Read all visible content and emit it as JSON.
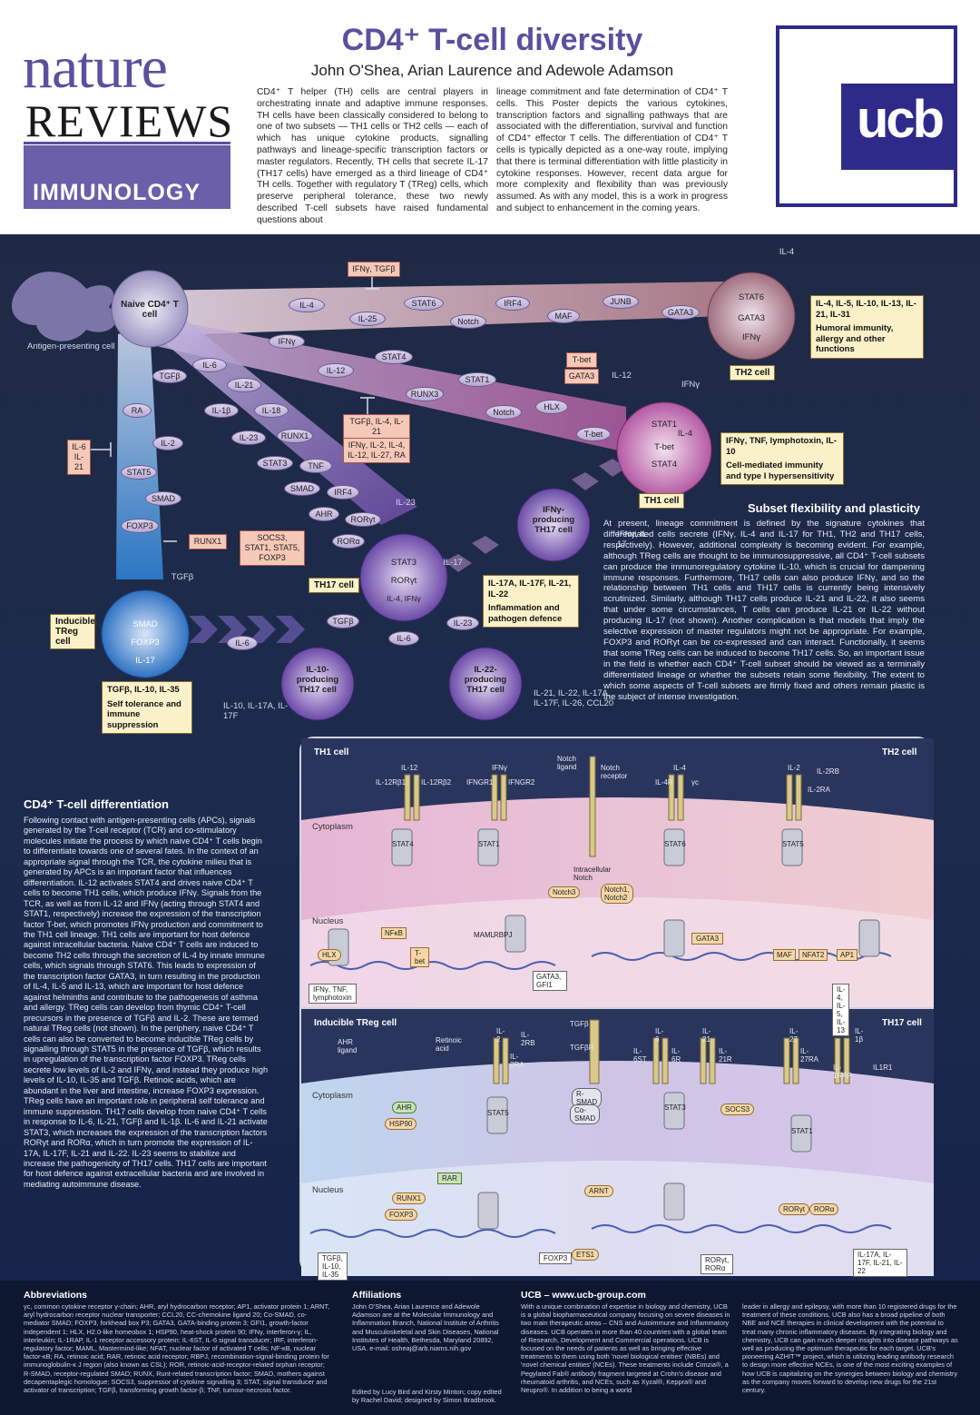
{
  "header": {
    "logo_nature": "nature",
    "logo_reviews": "REVIEWS",
    "logo_immunology": "IMMUNOLOGY",
    "title": "CD4⁺ T-cell diversity",
    "authors": "John O'Shea, Arian Laurence and Adewole Adamson",
    "intro_col1": "CD4⁺ T helper (TH) cells are central players in orchestrating innate and adaptive immune responses. TH cells have been classically considered to belong to one of two subsets — TH1 cells or TH2 cells — each of which has unique cytokine products, signalling pathways and lineage-specific transcription factors or master regulators. Recently, TH cells that secrete IL-17 (TH17 cells) have emerged as a third lineage of CD4⁺ TH cells. Together with regulatory T (TReg) cells, which preserve peripheral tolerance, these two newly described T-cell subsets have raised fundamental questions about",
    "intro_col2": "lineage commitment and fate determination of CD4⁺ T cells. This Poster depicts the various cytokines, transcription factors and signalling pathways that are associated with the differentiation, survival and function of CD4⁺ effector T cells. The differentiation of CD4⁺ T cells is typically depicted as a one-way route, implying that there is terminal differentiation with little plasticity in cytokine responses. However, recent data argue for more complexity and flexibility than was previously assumed. As with any model, this is a work in progress and subject to enhancement in the coming years.",
    "sponsor_logo": "ucb"
  },
  "diagram": {
    "naive_cell": "Naive CD4⁺ T cell",
    "apc_label": "Antigen-presenting cell",
    "th2_top_inhib": "IFNγ, TGFβ",
    "th2_ovals": [
      "IL-4",
      "IL-25",
      "STAT6",
      "Notch",
      "IRF4",
      "MAF",
      "JUNB",
      "GATA3"
    ],
    "th2_cell": "TH2 cell",
    "th2_il4": "IL-4",
    "th2_inner": [
      "STAT6",
      "GATA3",
      "IFNγ"
    ],
    "th2_out": "IL-4, IL-5, IL-10, IL-13, IL-21, IL-31",
    "th2_func": "Humoral immunity, allergy and other functions",
    "tbet_box": "T-bet",
    "gata3_box": "GATA3",
    "th1_ovals": [
      "IFNγ",
      "STAT4",
      "IL-12",
      "RUNX3",
      "STAT1",
      "Notch",
      "HLX",
      "T-bet"
    ],
    "th1_inhib": "TGFβ, IL-4, IL-21",
    "th1_cell": "TH1 cell",
    "th1_receptors": [
      "IL-12",
      "IFNγ"
    ],
    "th1_inner": [
      "STAT1",
      "T-bet",
      "IL-4",
      "STAT4"
    ],
    "th1_out": "IFNγ, TNF, lymphotoxin, IL-10",
    "th1_func": "Cell-mediated immunity and type I hypersensitivity",
    "th17_ovals": [
      "IL-6",
      "IL-21",
      "IL-1β",
      "IL-18",
      "IL-23",
      "RUNX1",
      "STAT3",
      "TNF",
      "SMAD",
      "IRF4",
      "AHR",
      "RORγt",
      "RORα"
    ],
    "th17_inhib1": "IFNγ, IL-2, IL-4, IL-12, IL-27, RA",
    "th17_inhib2": "SOCS3, STAT1, STAT5, FOXP3",
    "th17_cell": "TH17 cell",
    "th17_il23": "IL-23",
    "th17_inner": [
      "STAT3",
      "RORγt",
      "IL-4, IFNγ"
    ],
    "th17_il17": "IL-17",
    "th17_out": "IL-17A, IL-17F, IL-21, IL-22",
    "th17_func": "Inflammation and pathogen defence",
    "th17_round": [
      "TGFβ",
      "IL-6",
      "IL-23"
    ],
    "treg_ovals": [
      "TGFβ",
      "RA",
      "IL-2",
      "STAT5",
      "SMAD",
      "FOXP3"
    ],
    "treg_inhib": "IL-6 IL-21",
    "treg_runx": "RUNX1",
    "treg_tgfb": "TGFβ",
    "treg_cell": "Inducible TReg cell",
    "treg_inner": [
      "SMAD",
      "FOXP3",
      "IL-17"
    ],
    "treg_out": "TGFβ, IL-10, IL-35",
    "treg_func": "Self tolerance and immune suppression",
    "treg_il6": "IL-6",
    "ifng_th17": "IFNγ-producing TH17 cell",
    "ifng_th17_out": "IFNγ, IL-17",
    "il10_th17": "IL-10-producing TH17 cell",
    "il10_th17_out": "IL-10, IL-17A, IL-17F",
    "il22_th17": "IL-22-producing TH17 cell",
    "il22_th17_out": "IL-21, IL-22, IL-17A, IL-17F, IL-26, CCL20"
  },
  "flexibility": {
    "heading": "Subset flexibility and plasticity",
    "body": "At present, lineage commitment is defined by the signature cytokines that differentiated cells secrete (IFNγ, IL-4 and IL-17 for TH1, TH2 and TH17 cells, respectively). However, additional complexity is becoming evident. For example, although TReg cells are thought to be immunosuppressive, all CD4⁺ T-cell subsets can produce the immunoregulatory cytokine IL-10, which is crucial for dampening immune responses. Furthermore, TH17 cells can also produce IFNγ, and so the relationship between TH1 cells and TH17 cells is currently being intensively scrutinized. Similarly, although TH17 cells produce IL-21 and IL-22, it also seems that under some circumstances, T cells can produce IL-21 or IL-22 without producing IL-17 (not shown). Another complication is that models that imply the selective expression of master regulators might not be appropriate. For example, FOXP3 and RORγt can be co-expressed and can interact. Functionally, it seems that some TReg cells can be induced to become TH17 cells. So, an important issue in the field is whether each CD4⁺ T-cell subset should be viewed as a terminally differentiated lineage or whether the subsets retain some flexibility. The extent to which some aspects of T-cell subsets are firmly fixed and others remain plastic is the subject of intense investigation."
  },
  "differentiation": {
    "heading": "CD4⁺ T-cell differentiation",
    "body": "Following contact with antigen-presenting cells (APCs), signals generated by the T-cell receptor (TCR) and co-stimulatory molecules initiate the process by which naive CD4⁺ T cells begin to differentiate towards one of several fates. In the context of an appropriate signal through the TCR, the cytokine milieu that is generated by APCs is an important factor that influences differentiation. IL-12 activates STAT4 and drives naive CD4⁺ T cells to become TH1 cells, which produce IFNγ. Signals from the TCR, as well as from IL-12 and IFNγ (acting through STAT4 and STAT1, respectively) increase the expression of the transcription factor T-bet, which promotes IFNγ production and commitment to the TH1 cell lineage. TH1 cells are important for host defence against intracellular bacteria. Naive CD4⁺ T cells are induced to become TH2 cells through the secretion of IL-4 by innate immune cells, which signals through STAT6. This leads to expression of the transcription factor GATA3, in turn resulting in the production of IL-4, IL-5 and IL-13, which are important for host defence against helminths and contribute to the pathogenesis of asthma and allergy. TReg cells can develop from thymic CD4⁺ T-cell precursors in the presence of TGFβ and IL-2. These are termed natural TReg cells (not shown). In the periphery, naive CD4⁺ T cells can also be converted to become inducible TReg cells by signalling through STAT5 in the presence of TGFβ, which results in upregulation of the transcription factor FOXP3. TReg cells secrete low levels of IL-2 and IFNγ, and instead they produce high levels of IL-10, IL-35 and TGFβ. Retinoic acids, which are abundant in the liver and intestine, increase FOXP3 expression. TReg cells have an important role in peripheral self tolerance and immune suppression. TH17 cells develop from naive CD4⁺ T cells in response to IL-6, IL-21, TGFβ and IL-1β. IL-6 and IL-21 activate STAT3, which increases the expression of the transcription factors RORγt and RORα, which in turn promote the expression of IL-17A, IL-17F, IL-21 and IL-22. IL-23 seems to stabilize and increase the pathogenicity of TH17 cells. TH17 cells are important for host defence against extracellular bacteria and are involved in mediating autoimmune disease."
  },
  "panel": {
    "top_left_title": "TH1 cell",
    "top_right_title": "TH2 cell",
    "bottom_left_title": "Inducible TReg cell",
    "bottom_right_title": "TH17 cell",
    "cytoplasm": "Cytoplasm",
    "nucleus": "Nucleus",
    "top_receptors": [
      "IL-12",
      "IL-12Rβ1",
      "IL-12Rβ2",
      "IFNγ",
      "IFNGR1",
      "IFNGR2",
      "Notch ligand",
      "Notch receptor",
      "IL-4",
      "IL-4R",
      "γc",
      "IL-2",
      "IL-2RB",
      "IL-2RA"
    ],
    "top_nodes": [
      "STAT4",
      "STAT1",
      "STAT6",
      "STAT5",
      "Intracellular Notch",
      "Notch3",
      "Notch1, Notch2",
      "MAML",
      "RBPJ",
      "T-bet",
      "HLX",
      "NFκB",
      "GATA3",
      "MAF",
      "NFAT2",
      "AP1",
      "GATA3, GFI1"
    ],
    "top_outputs": [
      "IFNγ, TNF, lymphotoxin",
      "IL-4, IL-5, IL-13"
    ],
    "bottom_receptors": [
      "AHR ligand",
      "Retinoic acid",
      "IL-2",
      "IL-2RB",
      "IL-2RA",
      "TGFβ",
      "TGFβR",
      "IL-6",
      "IL-6ST",
      "IL-6R",
      "IL-21",
      "IL-21R",
      "IL-27",
      "IL-27RA",
      "IL-1β",
      "IL-1RAP",
      "IL1R1"
    ],
    "bottom_nodes": [
      "AHR",
      "HSP90",
      "STAT5",
      "R-SMAD",
      "Co-SMAD",
      "STAT3",
      "SOCS3",
      "STAT1",
      "RAR",
      "ARNT",
      "RUNX1",
      "FOXP3",
      "RORγt",
      "RORα",
      "ETS1"
    ],
    "bottom_outputs": [
      "TGFβ, IL-10, IL-35",
      "FOXP3",
      "RORγt, RORα",
      "IL-17A, IL-17F, IL-21, IL-22"
    ]
  },
  "footer": {
    "abbr_head": "Abbreviations",
    "abbr_body": "γc, common cytokine receptor γ-chain; AHR, aryl hydrocarbon receptor; AP1, activator protein 1; ARNT, aryl hydrocarbon receptor nuclear transporter; CCL20, CC-chemokine ligand 20; Co-SMAD, co-mediator SMAD; FOXP3, forkhead box P3; GATA3, GATA-binding protein 3; GFI1, growth-factor independent 1; HLX, H2.0-like homeobox 1; HSP90, heat-shock protein 90; IFNγ, interferon-γ; IL, interleukin; IL-1RAP, IL-1 receptor accessory protein; IL-6ST, IL-6 signal transducer; IRF, interferon-regulatory factor; MAML, Mastermind-like; NFAT, nuclear factor of activated T cells; NF-κB, nuclear factor-κB; RA, retinoic acid; RAR, retinoic acid receptor; RBPJ, recombination-signal-binding protein for immunoglobulin-κ J region (also known as CSL); ROR, retinoic-acid-receptor-related orphan receptor; R-SMAD, receptor-regulated SMAD; RUNX, Runt-related transcription factor; SMAD, mothers against decapentaplegic homologue; SOCS3, suppressor of cytokine signalling 3; STAT, signal transducer and activator of transcription; TGFβ, transforming growth factor-β; TNF, tumour-necrosis factor.",
    "aff_head": "Affiliations",
    "aff_body": "John O'Shea, Arian Laurence and Adewole Adamson are at the Molecular Immunology and Inflammation Branch, National Institute of Arthritis and Musculoskeletal and Skin Diseases, National Institutes of Health, Bethesda, Maryland 20892, USA. e-mail: osheaj@arb.niams.nih.gov",
    "aff_edit": "Edited by Lucy Bird and Kirsty Minton; copy edited by Rachel David; designed by Simon Bradbrook.",
    "ucb_head": "UCB – www.ucb-group.com",
    "ucb_col1": "With a unique combination of expertise in biology and chemistry, UCB is a global biopharmaceutical company focusing on severe diseases in two main therapeutic areas – CNS and Autoimmune and Inflammatory diseases. UCB operates in more than 40 countries with a global team of Research, Development and Commercial operations. UCB is focused on the needs of patients as well as bringing effective treatments to them using both 'novel biological entities' (NBEs) and 'novel chemical entities' (NCEs). These treatments include Cimzia®, a Pegylated Fab® antibody fragment targeted at Crohn's disease and rheumatoid arthritis, and NCEs, such as Xyzal®, Keppra® and Neupro®. In addition to being a world",
    "ucb_col2": "leader in allergy and epilepsy, with more than 10 registered drugs for the treatment of these conditions, UCB also has a broad pipeline of both NBE and NCE therapies in clinical development with the potential to treat many chronic inflammatory diseases. By integrating biology and chemistry, UCB can gain much deeper insights into disease pathways as well as producing the optimum therapeutic for each target. UCB's pioneering AZHIT™ project, which is utilizing leading antibody research to design more effective NCEs, is one of the most exciting examples of how UCB is capitalizing on the synergies between biology and chemistry as the company moves forward to develop new drugs for the 21st century."
  }
}
